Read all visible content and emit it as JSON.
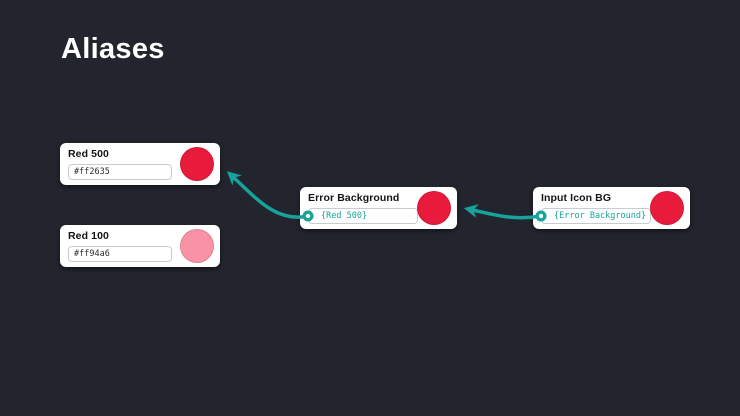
{
  "page": {
    "title": "Aliases"
  },
  "colors": {
    "background": "#22242e",
    "card": "#ffffff",
    "accent_teal": "#17a39c",
    "title_text": "#141414",
    "hex_text": "#2e2e2e",
    "red_500_swatch": "#e91b3d",
    "red_100_swatch": "#fa92a5"
  },
  "nodes": [
    {
      "id": "red-500",
      "title": "Red 500",
      "value": "#ff2635",
      "value_kind": "hex",
      "swatch": "#e91b3d"
    },
    {
      "id": "red-100",
      "title": "Red 100",
      "value": "#ff94a6",
      "value_kind": "hex",
      "swatch": "#fa92a5"
    },
    {
      "id": "error-background",
      "title": "Error Background",
      "value": "{Red 500}",
      "value_kind": "alias",
      "swatch": "#e91b3d"
    },
    {
      "id": "input-icon-bg",
      "title": "Input Icon BG",
      "value": "{Error Background}",
      "value_kind": "alias",
      "swatch": "#e91b3d"
    }
  ],
  "connections": [
    {
      "from": "error-background",
      "to": "red-500"
    },
    {
      "from": "input-icon-bg",
      "to": "error-background"
    }
  ]
}
